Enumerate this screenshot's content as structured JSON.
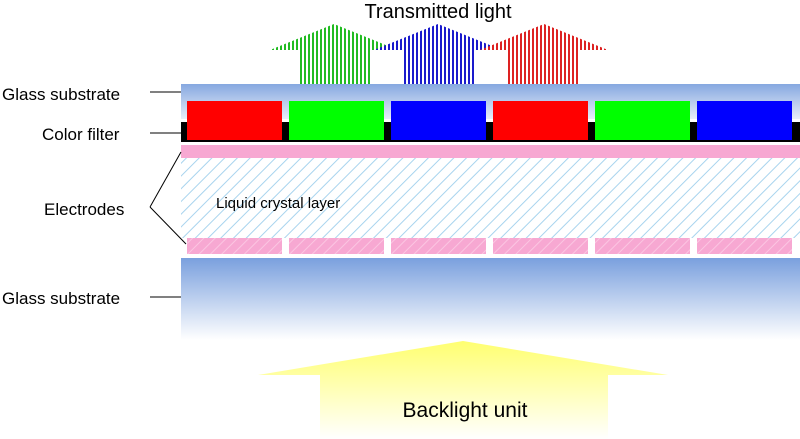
{
  "title": "Transmitted light",
  "labels": {
    "top_glass": "Glass substrate",
    "color_filter": "Color filter",
    "electrodes": "Electrodes",
    "lc_layer": "Liquid crystal layer",
    "bottom_glass": "Glass substrate",
    "backlight": "Backlight unit"
  },
  "filter_colors": [
    "#ff0000",
    "#00ff00",
    "#0000ff",
    "#ff0000",
    "#00ff00",
    "#0000ff"
  ],
  "arrow_colors": [
    "#22bb22",
    "#1a1acc",
    "#dd2222"
  ],
  "colors": {
    "glass_top": "#7aa0de",
    "glass_bottom": "#ffffff",
    "electrode": "#f7a8d2",
    "lc_hatch": "#a8d4ee",
    "backlight": "#ffff66"
  }
}
